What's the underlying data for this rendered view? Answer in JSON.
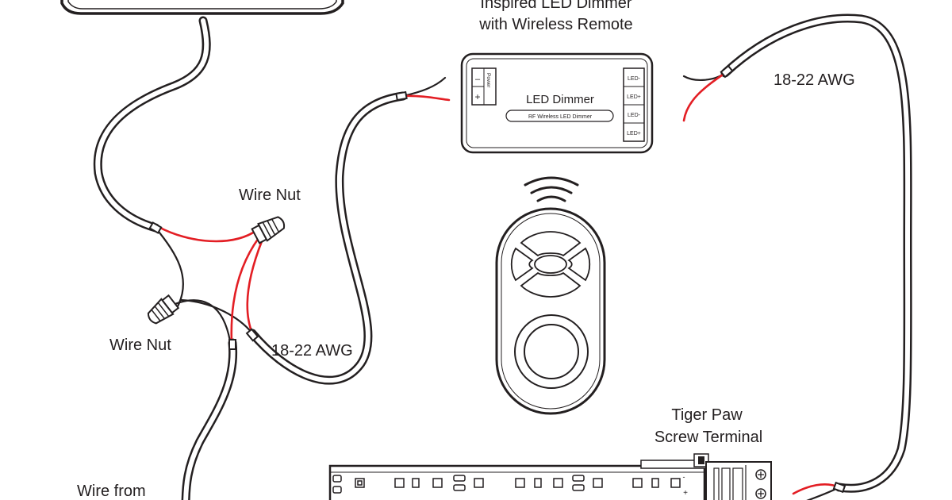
{
  "labels": {
    "dimmer_title_line1": "Inspired LED Dimmer",
    "dimmer_title_line2": "with Wireless Remote",
    "awg_top_right": "18-22 AWG",
    "awg_middle": "18-22 AWG",
    "wire_nut_upper": "Wire Nut",
    "wire_nut_lower": "Wire Nut",
    "terminal_line1": "Tiger Paw",
    "terminal_line2": "Screw Terminal",
    "wire_from": "Wire from"
  },
  "dimmer": {
    "name": "LED Dimmer",
    "subtitle": "RF Wireless LED Dimmer",
    "power_label": "Power",
    "power_minus": "–",
    "power_plus": "+",
    "outputs": [
      "LED-",
      "LED+",
      "LED-",
      "LED+"
    ]
  },
  "terminal": {
    "minus": "-",
    "plus": "+"
  },
  "colors": {
    "wire_red": "#e31e24",
    "line_black": "#231f20",
    "background": "#ffffff"
  }
}
